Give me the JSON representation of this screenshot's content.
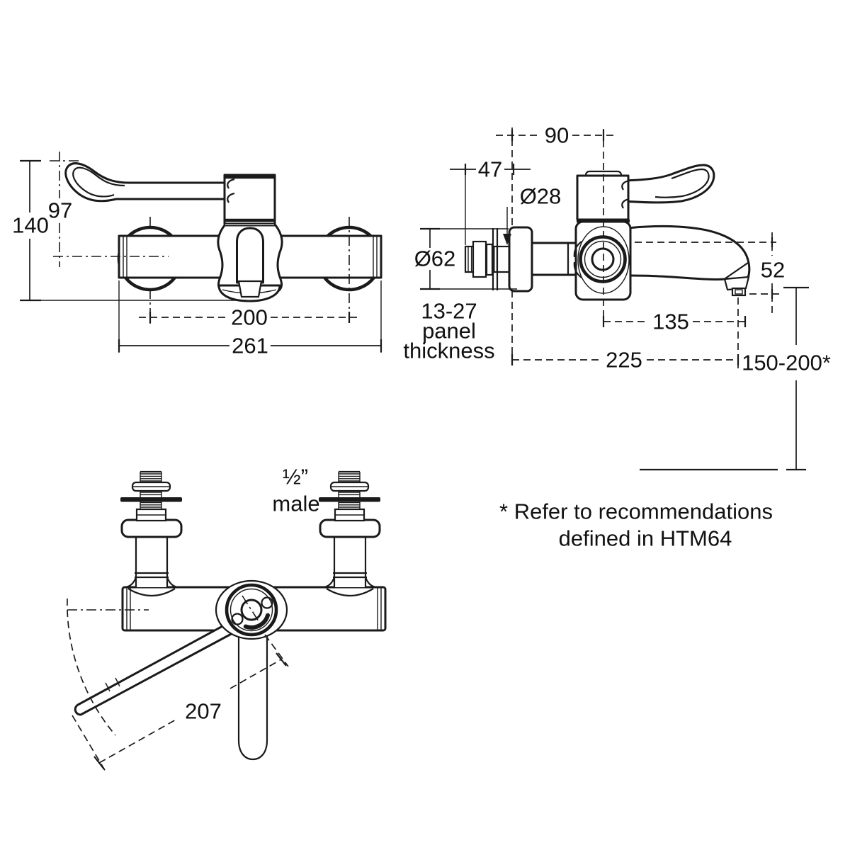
{
  "front_view": {
    "overall_height": "140",
    "handle_height": "97",
    "inlet_centres": "200",
    "overall_width": "261"
  },
  "side_view": {
    "handle_projection": "90",
    "tail_length": "47",
    "pipe_diameter": "Ø28",
    "backplate_diameter": "Ø62",
    "spout_drop": "52",
    "spout_reach": "135",
    "overall_projection": "225",
    "height_above_basin": "150-200*",
    "panel_note_line1": "13-27",
    "panel_note_line2": "panel",
    "panel_note_line3": "thickness"
  },
  "plan_view": {
    "lever_length": "207",
    "connection_size": "½”",
    "connection_type": "male"
  },
  "footnote": {
    "line1": "* Refer to recommendations",
    "line2": "defined in HTM64"
  },
  "colors": {
    "ink": "#1a1a1a",
    "background": "#ffffff"
  }
}
